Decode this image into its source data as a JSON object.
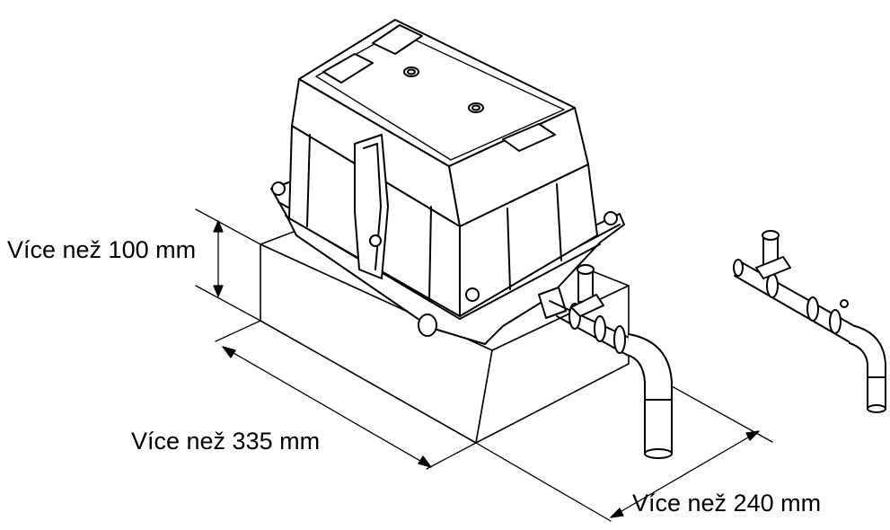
{
  "dimensions": {
    "height_label": "Více než 100 mm",
    "length_label": "Více než 335 mm",
    "width_label": "Více než 240 mm"
  },
  "colors": {
    "line": "#000000",
    "background": "#ffffff"
  }
}
